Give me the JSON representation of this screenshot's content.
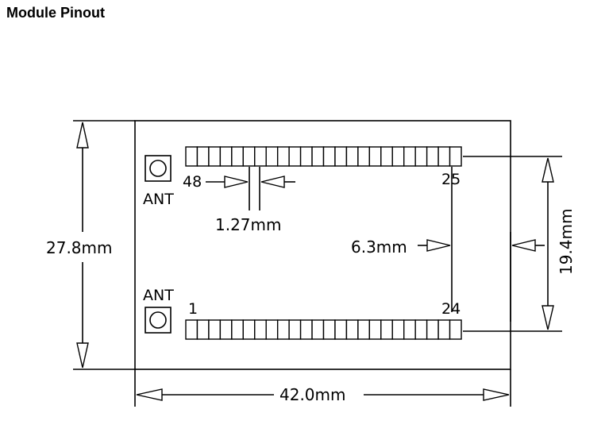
{
  "title": "Module Pinout",
  "labels": {
    "height": "27.8mm",
    "width": "42.0mm",
    "pitch": "1.27mm",
    "row_gap": "6.3mm",
    "row_span": "19.4mm",
    "ant_top": "ANT",
    "ant_bottom": "ANT",
    "pin_48": "48",
    "pin_25": "25",
    "pin_1": "1",
    "pin_24": "24"
  },
  "pins_per_row": 24
}
